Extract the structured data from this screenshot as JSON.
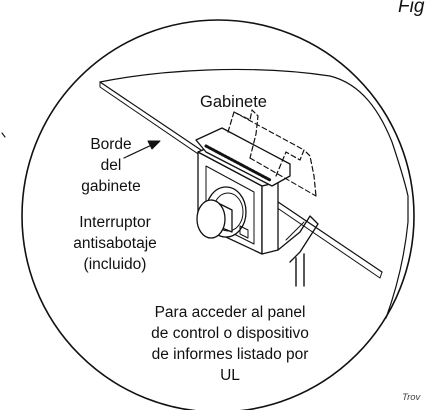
{
  "figure_label": "Fig",
  "labels": {
    "cabinet": "Gabinete",
    "cabinet_edge": [
      "Borde",
      "del",
      "gabinete"
    ],
    "tamper_switch": [
      "Interruptor",
      "antisabotaje",
      "(incluido)"
    ],
    "access_note": [
      "Para acceder al panel",
      "de control o dispositivo",
      "de informes listado por",
      "UL"
    ]
  },
  "credit": "Trov"
}
